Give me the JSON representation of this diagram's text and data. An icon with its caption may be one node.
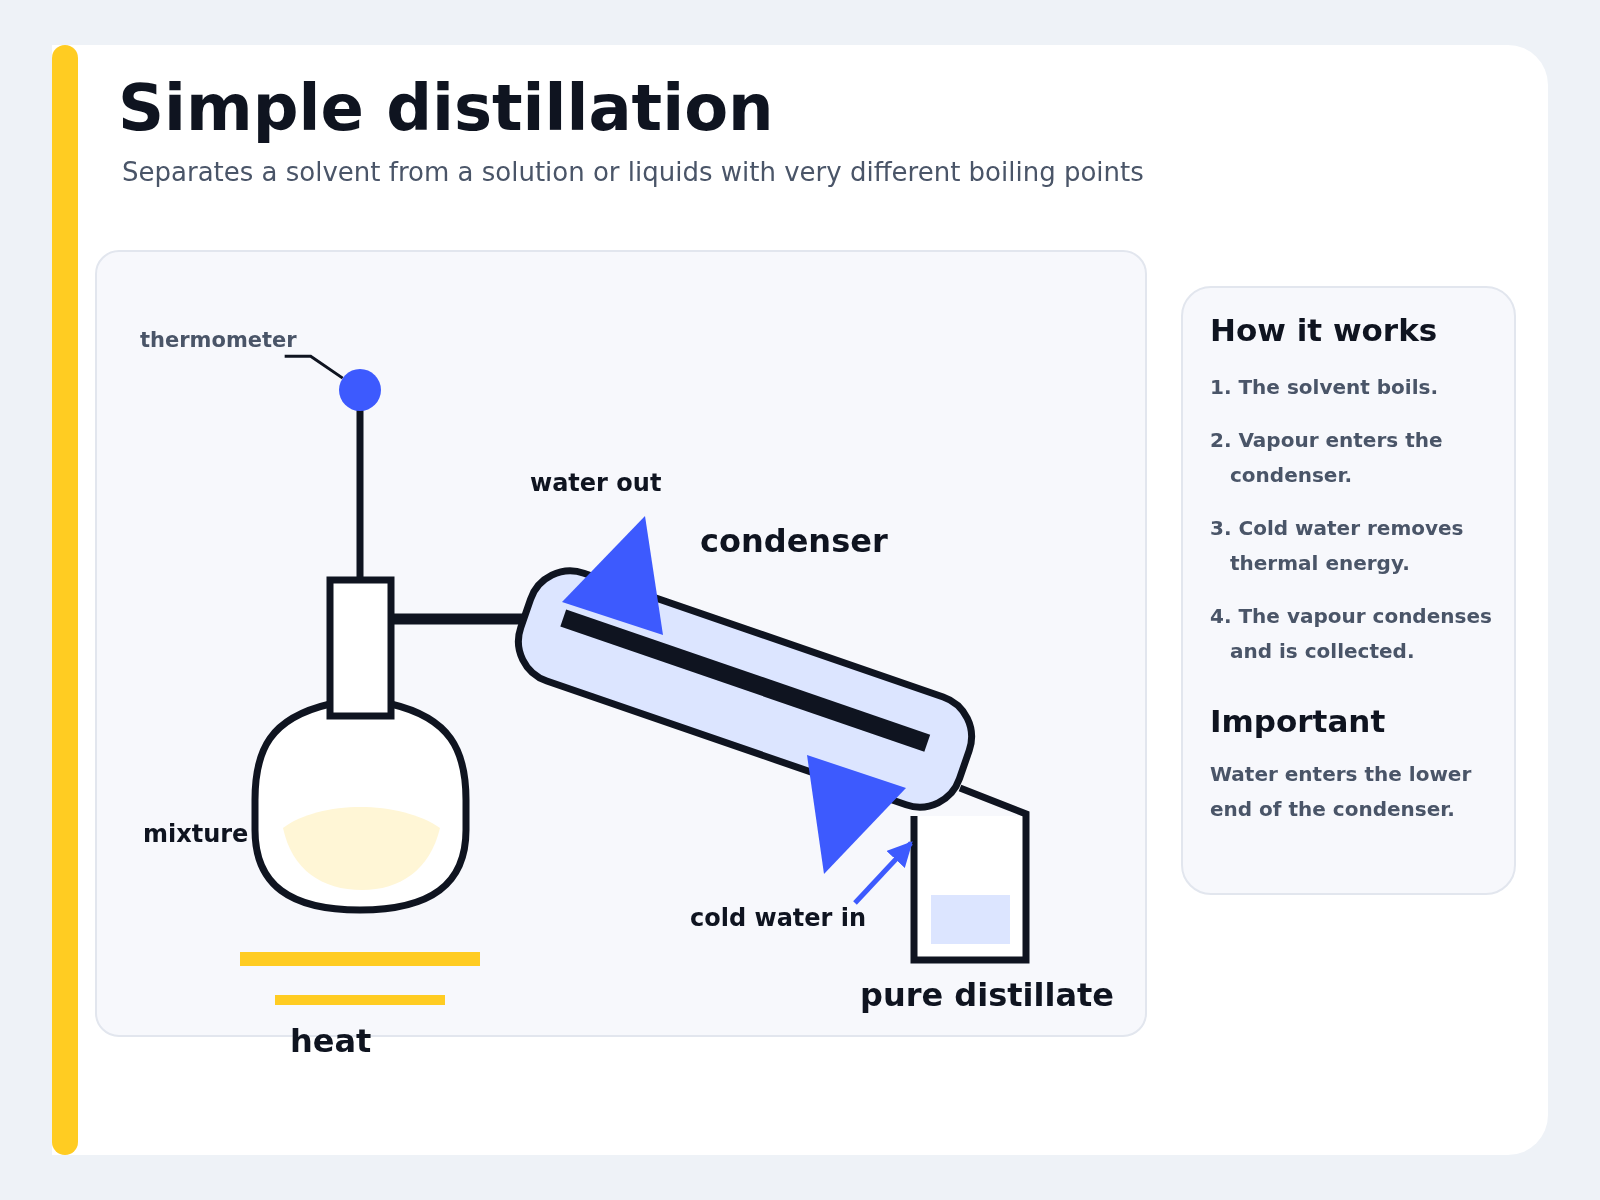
{
  "diagram": {
    "title": "Simple distillation",
    "nodes": [
      {
        "text": [
          "thermometer"
        ]
      },
      {
        "text": [],
        "shape": "picture"
      },
      {
        "text": [
          "cold water in"
        ]
      },
      {
        "text": [
          "How it works",
          "1. The solvent boils.",
          "2. Vapour enters the condenser.",
          "3. Cold water removes thermal energy.",
          "4. The vapour condenses and is collected.",
          "Important",
          "Water enters the lower end of the condenser."
        ]
      },
      {
        "text": [],
        "shape": "picture",
        "beside": [
          "pure distillate"
        ]
      }
    ],
    "edges": [
      {
        "from": 0,
        "to": 1,
        "arrow": "none"
      },
      {
        "from": 2,
        "to": 4,
        "arrow": "to",
        "color": "#3d5afe"
      }
    ],
    "labels": [
      "Separates a solvent from a solution or liquids with very different boiling points",
      "water out",
      "condenser",
      "mixture",
      "heat"
    ]
  }
}
